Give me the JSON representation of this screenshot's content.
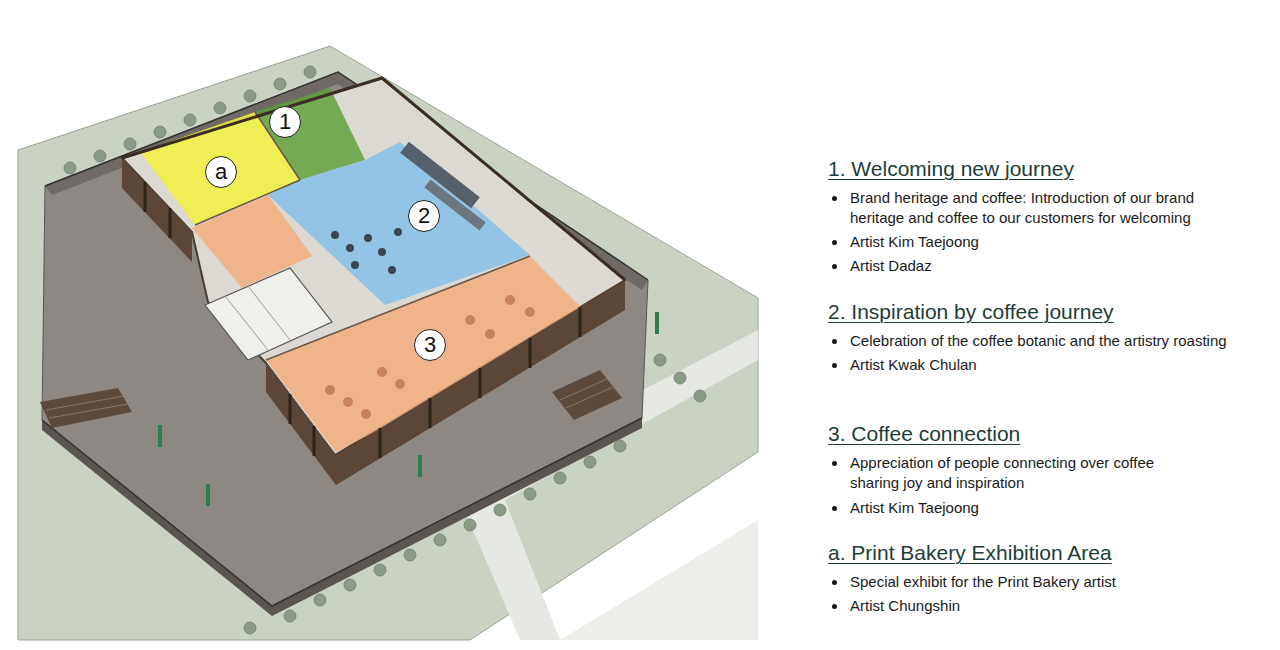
{
  "diagram": {
    "nodes": [
      {
        "text": [
          "1"
        ]
      },
      {
        "text": [
          "a"
        ]
      },
      {
        "text": [
          "2"
        ]
      },
      {
        "text": [
          "3"
        ]
      }
    ],
    "labels": [
      "1. Welcoming new journey",
      "Brand heritage and coffee: Introduction of our brand heritage and coffee to our customers for welcoming",
      "Artist Kim Taejoong",
      "Artist Dadaz",
      "2. Inspiration by coffee journey",
      "Celebration of the coffee botanic and the artistry roasting",
      "Artist Kwak Chulan",
      "3. Coffee connection",
      "Appreciation of people connecting over coffee sharing joy and inspiration",
      "Artist Kim Taejoong",
      "a. Print Bakery Exhibition Area",
      "Special exhibit for the Print Bakery artist",
      "Artist Chungshin"
    ]
  }
}
